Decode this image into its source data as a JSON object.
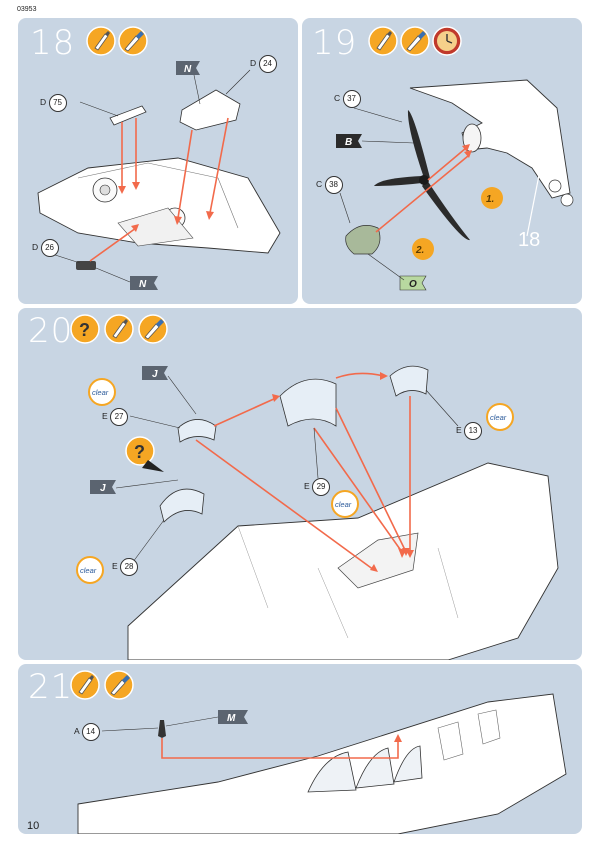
{
  "product_code": "03953",
  "page_number": "10",
  "colors": {
    "panel": "#c8d5e3",
    "arrow": "#f26a4b",
    "icon_orange": "#f5a623",
    "flag_dark": "#5b6470",
    "clear_blue": "#a9c8e8"
  },
  "steps": [
    {
      "number": "18",
      "icons": [
        "glue-icon",
        "paint-icon"
      ],
      "callouts": [
        {
          "letter": "D",
          "part": "75"
        },
        {
          "letter": "D",
          "part": "24"
        },
        {
          "letter": "D",
          "part": "26"
        }
      ],
      "flags": [
        "N",
        "N"
      ]
    },
    {
      "number": "19",
      "icons": [
        "glue-icon",
        "paint-icon",
        "clock-icon"
      ],
      "callouts": [
        {
          "letter": "C",
          "part": "37"
        },
        {
          "letter": "C",
          "part": "38"
        }
      ],
      "flags": [
        "B",
        "O"
      ],
      "order_labels": [
        "1.",
        "2."
      ],
      "reference": "18"
    },
    {
      "number": "20",
      "icons": [
        "option-icon",
        "glue-icon",
        "paint-icon"
      ],
      "callouts": [
        {
          "letter": "E",
          "part": "27"
        },
        {
          "letter": "E",
          "part": "28"
        },
        {
          "letter": "E",
          "part": "29"
        },
        {
          "letter": "E",
          "part": "13"
        }
      ],
      "flags": [
        "J",
        "J"
      ],
      "clear_label": "clear"
    },
    {
      "number": "21",
      "icons": [
        "glue-icon",
        "paint-icon"
      ],
      "callouts": [
        {
          "letter": "A",
          "part": "14"
        }
      ],
      "flags": [
        "M"
      ]
    }
  ]
}
